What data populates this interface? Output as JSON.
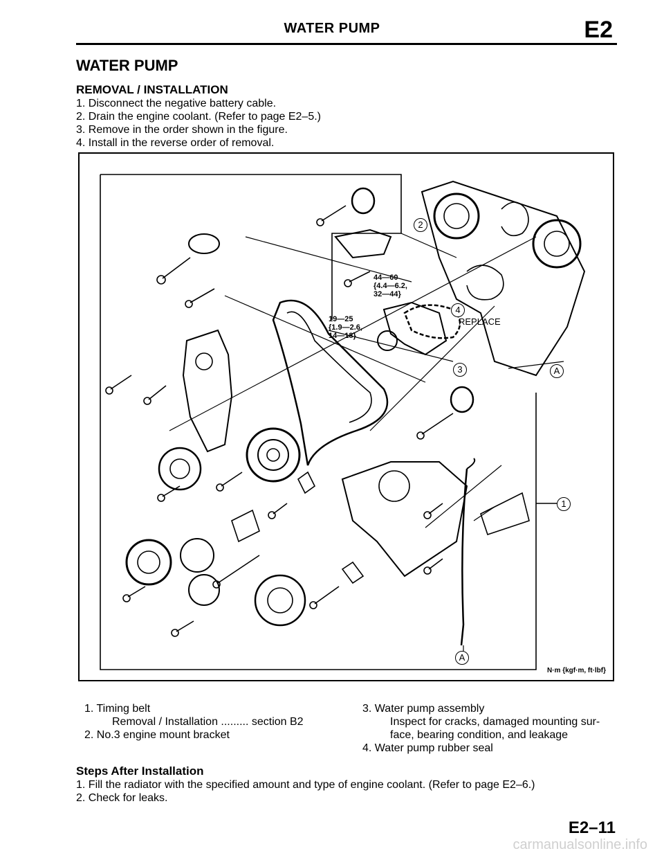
{
  "header": {
    "title": "WATER PUMP",
    "section_code": "E2"
  },
  "section": {
    "title": "WATER PUMP",
    "subheading": "REMOVAL / INSTALLATION",
    "steps": [
      "1. Disconnect the negative battery cable.",
      "2. Drain the engine coolant. (Refer to page E2–5.)",
      "3. Remove in the order shown in the figure.",
      "4. Install in the reverse order of removal."
    ]
  },
  "figure": {
    "torque_1": [
      "44—60",
      "{4.4—6.2,",
      "32—44}"
    ],
    "torque_2": [
      "19—25",
      "{1.9—2.6,",
      "14—18}"
    ],
    "replace_label": "REPLACE",
    "callouts": {
      "c1": "1",
      "c2": "2",
      "c3": "3",
      "c4": "4",
      "a_right": "A",
      "a_bottom": "A"
    },
    "units": "N·m {kgf·m, ft·lbf}"
  },
  "legend": {
    "left": [
      "1. Timing belt",
      "Removal / Installation ......... section B2",
      "2. No.3 engine mount bracket"
    ],
    "right": [
      "3. Water pump assembly",
      "Inspect for cracks, damaged mounting sur-",
      "face, bearing condition, and leakage",
      "4. Water pump rubber seal"
    ]
  },
  "after_install": {
    "title": "Steps After Installation",
    "steps": [
      "1. Fill the radiator with the specified amount and type of engine coolant. (Refer to page E2–6.)",
      "2. Check for leaks."
    ]
  },
  "page_number": "E2–11",
  "watermark": "carmanualsonline.info"
}
